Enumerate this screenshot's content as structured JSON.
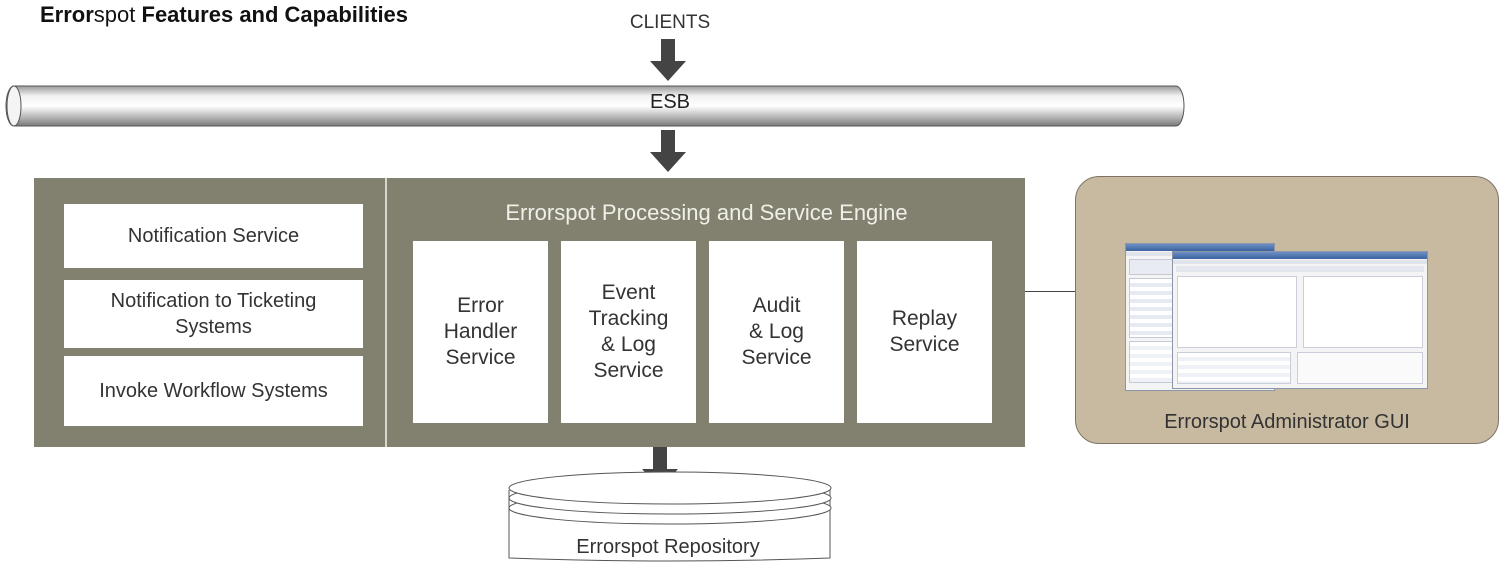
{
  "title": {
    "bold_part": "Error",
    "regular_part": "spot",
    "rest": " Features and Capabilities"
  },
  "clients_label": "CLIENTS",
  "esb_label": "ESB",
  "engine_title": "Errorspot Processing and Service Engine",
  "left_services": [
    "Notification Service",
    "Notification to Ticketing Systems",
    "Invoke Workflow Systems"
  ],
  "engine_services": [
    "Error\nHandler\nService",
    "Event\nTracking\n& Log\nService",
    "Audit\n& Log\nService",
    "Replay\nService"
  ],
  "admin_label": "Errorspot Administrator GUI",
  "repository_label": "Errorspot Repository",
  "colors": {
    "panel": "#82806f",
    "admin_panel": "#c8b9a1",
    "arrow": "#444444"
  }
}
